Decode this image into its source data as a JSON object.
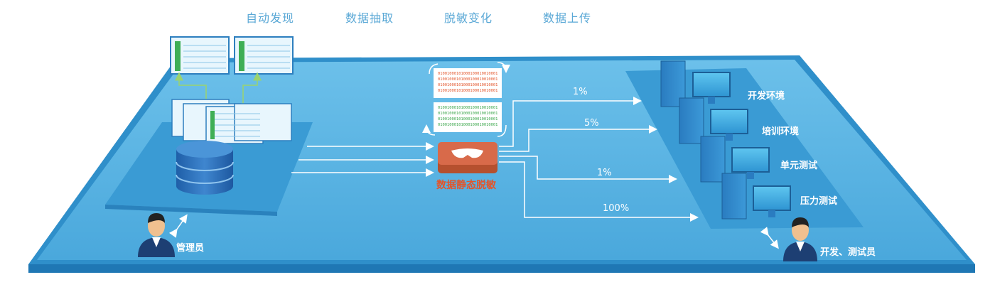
{
  "steps": [
    "自动发现",
    "数据抽取",
    "脱敏变化",
    "数据上传"
  ],
  "core_label": "数据静态脱敏",
  "admin_label": "管理员",
  "dev_tester_label": "开发、测试员",
  "environments": [
    "开发环境",
    "培训环境",
    "单元测试",
    "压力测试"
  ],
  "percentages": [
    "1%",
    "5%",
    "1%",
    "100%"
  ],
  "binary_orange": [
    "01001000101000100010010001",
    "01001000101000100010010001",
    "01001000101000100010010001",
    "01001000101000100010010001"
  ],
  "binary_green": [
    "01001000101000100010010001",
    "01001000101000100010010001",
    "01001000101000100010010001",
    "01001000101000100010010001"
  ],
  "colors": {
    "platform_top": "#5ab4e3",
    "platform_edge": "#2e8fca",
    "inner_platform": "#3a9fd6",
    "server": "#2f86c8",
    "mask_box": "#d86a4a",
    "orange_text": "#e2552b",
    "green_text": "#3aa64a"
  }
}
